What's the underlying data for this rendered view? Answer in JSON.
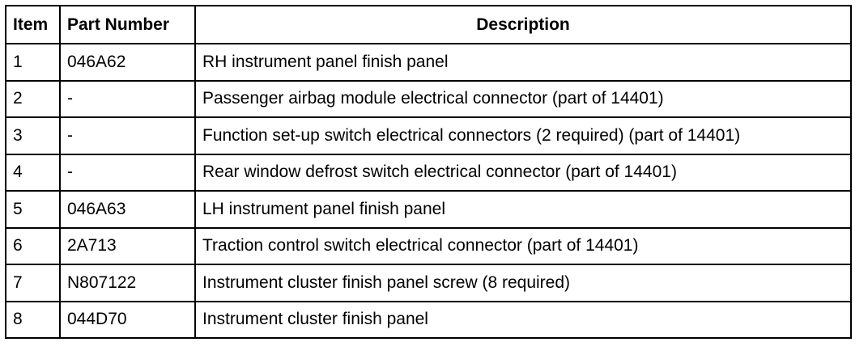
{
  "table": {
    "headers": {
      "item": "Item",
      "part_number": "Part Number",
      "description": "Description"
    },
    "rows": [
      {
        "item": "1",
        "part_number": "046A62",
        "description": "RH instrument panel finish panel"
      },
      {
        "item": "2",
        "part_number": "-",
        "description": "Passenger airbag module electrical connector (part of 14401)"
      },
      {
        "item": "3",
        "part_number": "-",
        "description": "Function set-up switch electrical connectors (2 required) (part of 14401)"
      },
      {
        "item": "4",
        "part_number": "-",
        "description": "Rear window defrost switch electrical connector (part of 14401)"
      },
      {
        "item": "5",
        "part_number": "046A63",
        "description": "LH instrument panel finish panel"
      },
      {
        "item": "6",
        "part_number": "2A713",
        "description": "Traction control switch electrical connector (part of 14401)"
      },
      {
        "item": "7",
        "part_number": "N807122",
        "description": "Instrument cluster finish panel screw (8 required)"
      },
      {
        "item": "8",
        "part_number": "044D70",
        "description": "Instrument cluster finish panel"
      }
    ]
  }
}
